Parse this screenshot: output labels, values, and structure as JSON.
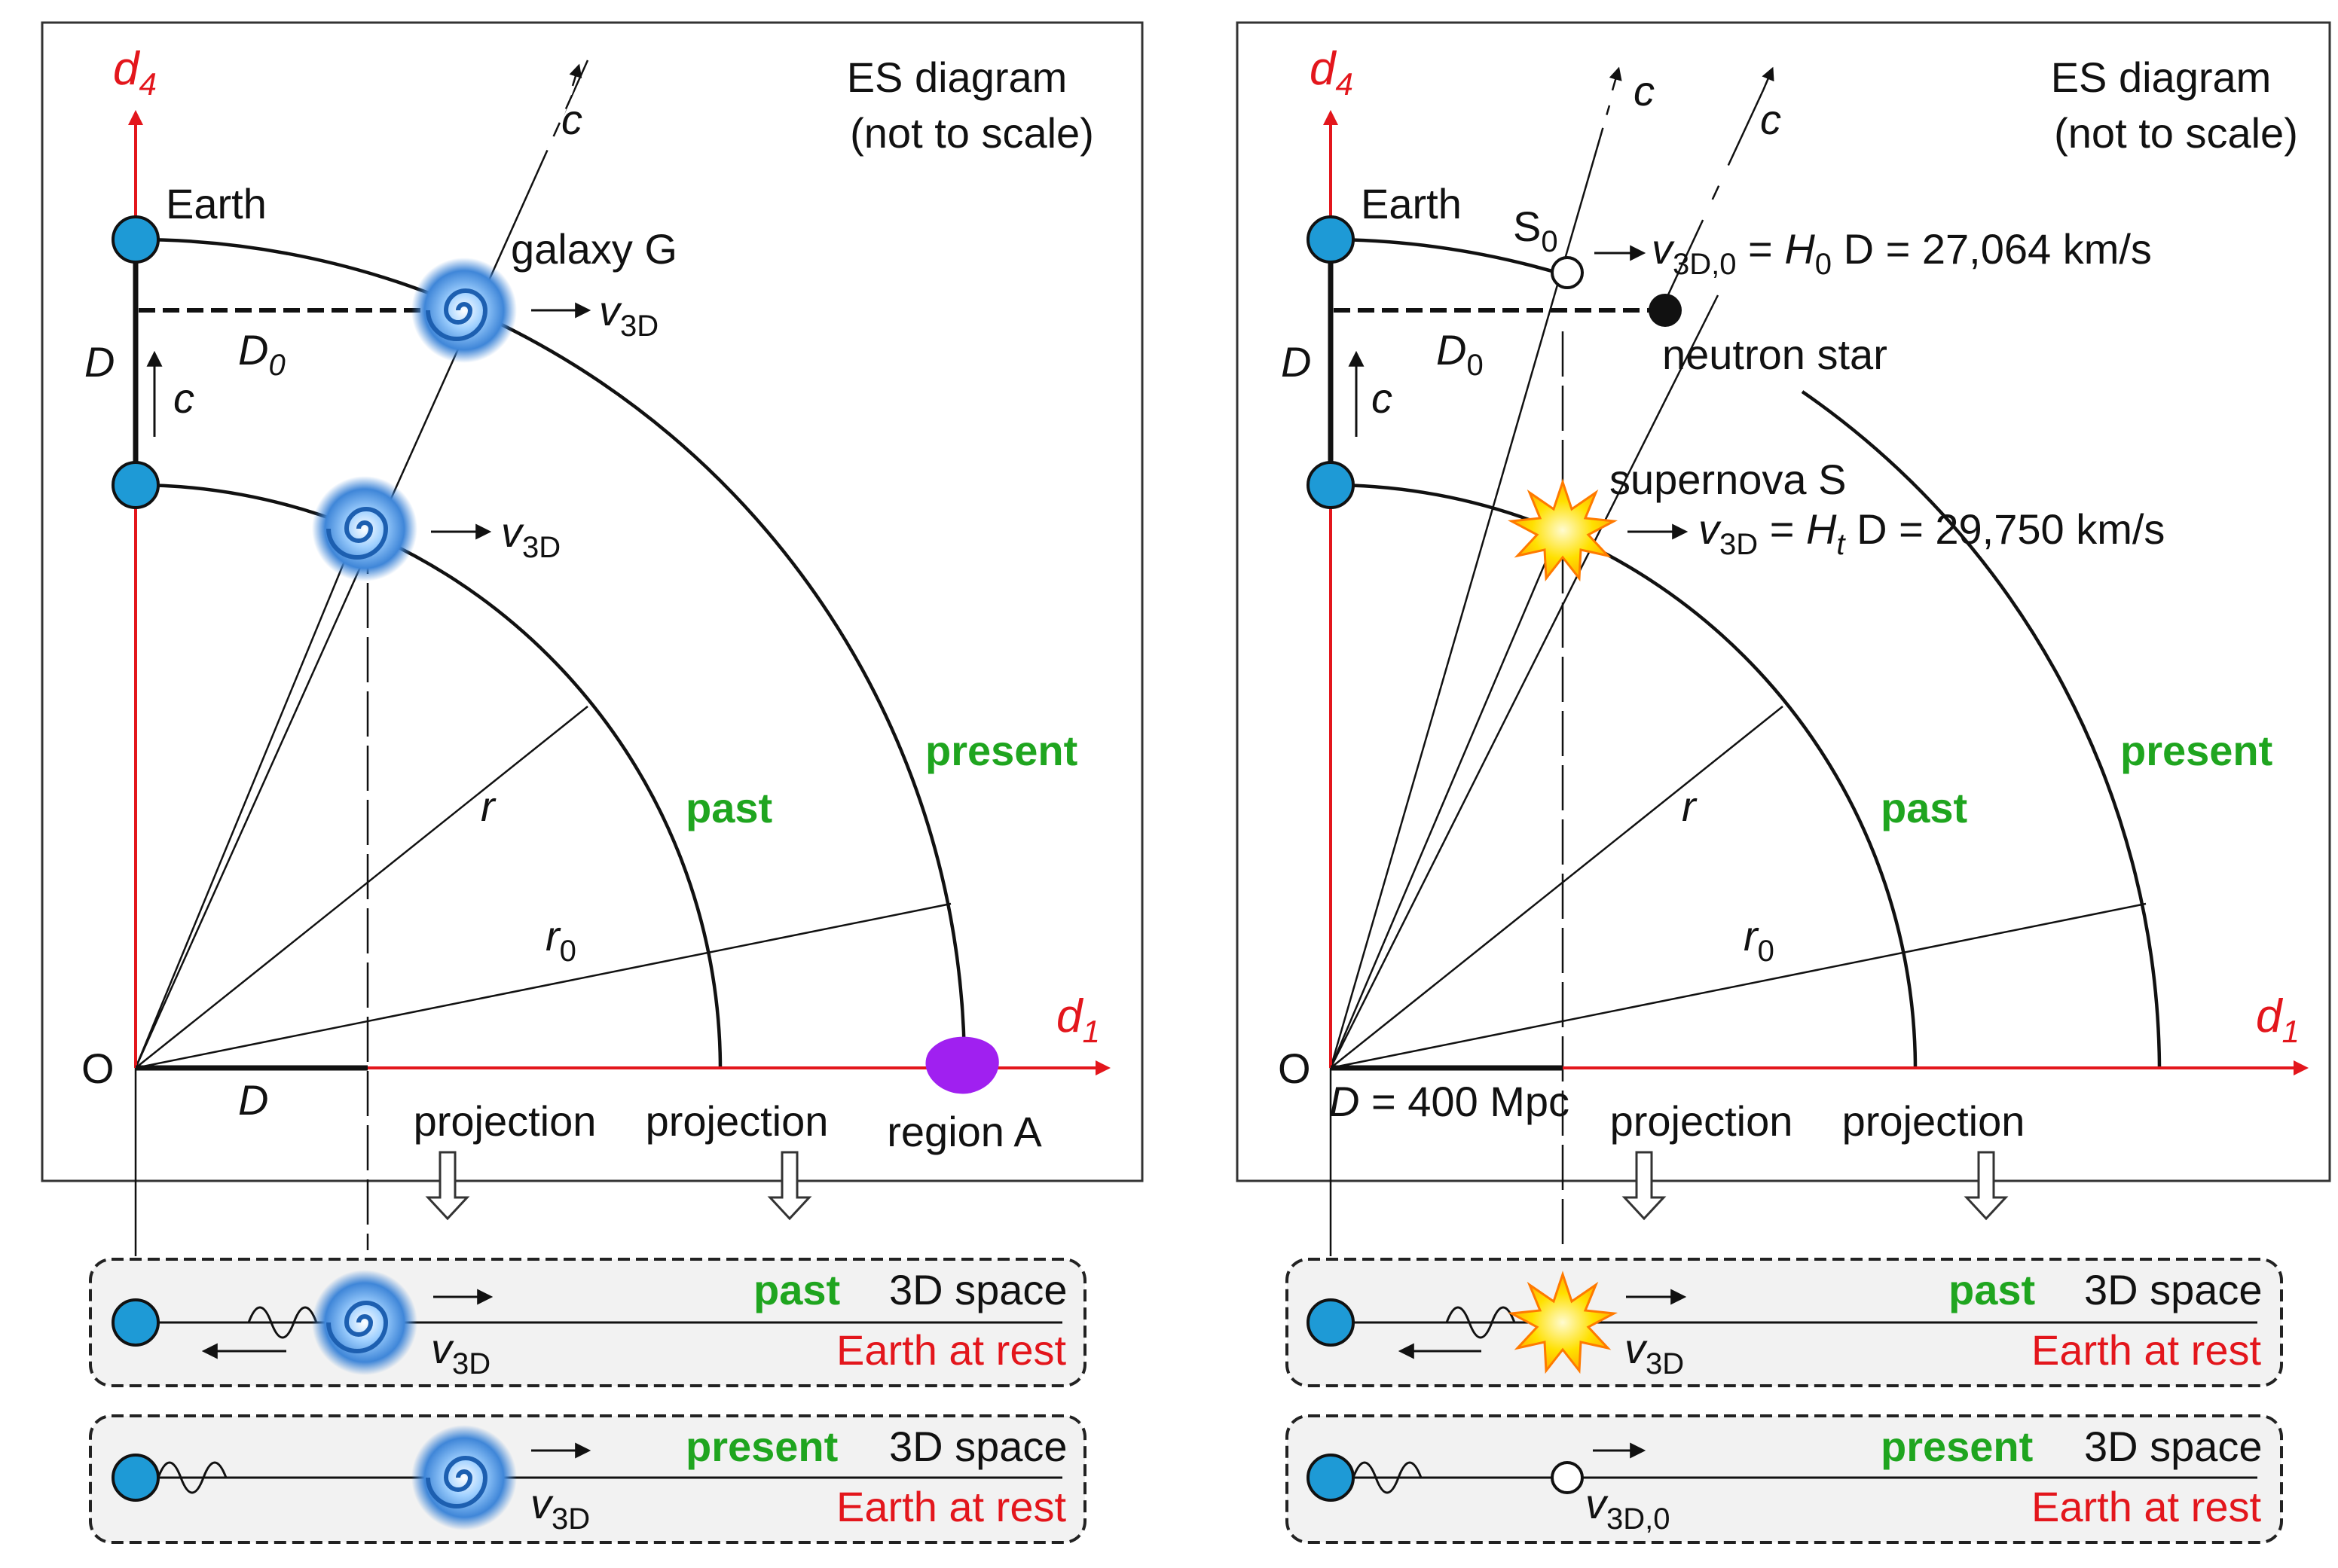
{
  "colors": {
    "axis": "#e3161c",
    "earth": "#1e9ad6",
    "green": "#1fa51f",
    "galaxy": "#3f86d8",
    "regionA": "#a020f0",
    "star": "#ffe000"
  },
  "icons": {
    "earth": "blue-circle",
    "galaxy": "spiral-galaxy",
    "supernova": "star-burst",
    "neutron_star": "black-dot",
    "s0": "open-circle",
    "region_a": "purple-blob"
  },
  "left": {
    "title_line1": "ES diagram",
    "title_line2": "(not to scale)",
    "d4": "d",
    "d4_sub": "4",
    "d1": "d",
    "d1_sub": "1",
    "earth": "Earth",
    "galaxy": "galaxy G",
    "c": "c",
    "D": "D",
    "D0": "D",
    "D0_sub": "0",
    "v": "v",
    "v_sub": "3D",
    "r": "r",
    "r0": "r",
    "r0_sub": "0",
    "past": "past",
    "present": "present",
    "origin": "O",
    "projection": "projection",
    "region": "region A",
    "panel_past": {
      "state": "past",
      "space": "3D space",
      "frame": "Earth at rest",
      "v": "v",
      "v_sub": "3D"
    },
    "panel_present": {
      "state": "present",
      "space": "3D space",
      "frame": "Earth at rest",
      "v": "v",
      "v_sub": "3D"
    }
  },
  "right": {
    "title_line1": "ES diagram",
    "title_line2": "(not to scale)",
    "d4": "d",
    "d4_sub": "4",
    "d1": "d",
    "d1_sub": "1",
    "earth": "Earth",
    "s0": "S",
    "s0_sub": "0",
    "c": "c",
    "D": "D",
    "D0": "D",
    "D0_sub": "0",
    "v0_eq": {
      "v": "v",
      "sub": "3D,0",
      "eq": " = ",
      "h": "H",
      "h_sub": "0",
      "rest": " D = 27,064 km/s"
    },
    "v_eq": {
      "v": "v",
      "sub": "3D",
      "eq": " = ",
      "h": "H",
      "h_sub": "t",
      "rest": " D = 29,750 km/s"
    },
    "neutron": "neutron star",
    "supernova": "supernova S",
    "r": "r",
    "r0": "r",
    "r0_sub": "0",
    "past": "past",
    "present": "present",
    "origin": "O",
    "dist_D": "D",
    "dist_value": " = 400 Mpc",
    "projection": "projection",
    "panel_past": {
      "state": "past",
      "space": "3D space",
      "frame": "Earth at rest",
      "v": "v",
      "v_sub": "3D"
    },
    "panel_present": {
      "state": "present",
      "space": "3D space",
      "frame": "Earth at rest",
      "v": "v",
      "v_sub": "3D,0"
    }
  }
}
